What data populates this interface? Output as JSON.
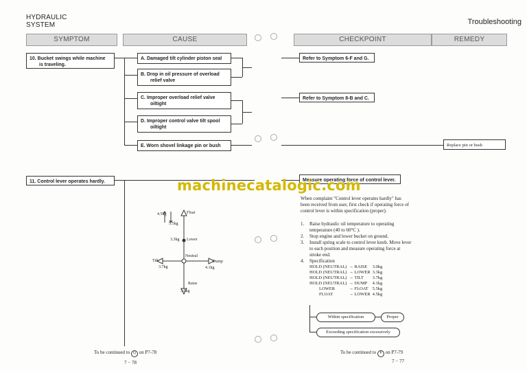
{
  "header": {
    "section_line1": "HYDRAULIC",
    "section_line2": "SYSTEM",
    "chapter": "Troubleshooting"
  },
  "columns": {
    "symptom": "SYMPTOM",
    "cause": "CAUSE",
    "checkpoint": "CHECKPOINT",
    "remedy": "REMEDY"
  },
  "symptom10": {
    "label_line1": "10.  Bucket swings while machine",
    "label_line2": "is traveling."
  },
  "causes10": [
    {
      "line1": "A.   Damaged tilt cylinder piston seal",
      "line2": ""
    },
    {
      "line1": "B.   Drop in oil pressure of overload",
      "line2": "relief valve"
    },
    {
      "line1": "C.   Improper overload relief valve",
      "line2": "oiltight"
    },
    {
      "line1": "D.   Improper control valve tilt spool",
      "line2": "oiltight"
    },
    {
      "line1": "E.   Worn shovel linkage pin or bush",
      "line2": ""
    }
  ],
  "checkpoints10": [
    "Refer to Symptom 6-F and G.",
    "Refer to Symptom 8-B and C."
  ],
  "remedy10": "Replace pin or bush",
  "symptom11": {
    "label": "11.  Control lever operates hardly."
  },
  "checkpoint11": {
    "title": "Measure operating force of control lever.",
    "intro": "When complaint \"Control lever operates hardly\" has been received from user, first check if operating force of control lever is within specification (proper).",
    "steps": [
      {
        "num": "1.",
        "text": "Raise hydraulic oil temperature to operating temperature (40 to 60°C )."
      },
      {
        "num": "2.",
        "text": "Stop engine and lower bucket on ground."
      },
      {
        "num": "3.",
        "text": "Install spring scale to control lever knob. Move lever to each position and measure operating force at stroke end."
      },
      {
        "num": "4.",
        "text": "Specification"
      }
    ],
    "spec_rows": [
      {
        "from": "HOLD (NEUTRAL)",
        "to": "→ RAISE",
        "force": "3.0kg"
      },
      {
        "from": "HOLD (NEUTRAL)",
        "to": "→ LOWER",
        "force": "3.3kg"
      },
      {
        "from": "HOLD (NEUTRAL)",
        "to": "→ TILT",
        "force": "3.7kg"
      },
      {
        "from": "HOLD (NEUTRAL)",
        "to": "→ DUMP",
        "force": "4.1kg"
      },
      {
        "from": "LOWER",
        "to": "→ FLOAT",
        "force": "5.5kg"
      },
      {
        "from": "FLOAT",
        "to": "→ LOWER",
        "force": "4.5kg"
      }
    ],
    "within": "Within specification",
    "proper": "Proper",
    "exceeding": "Exceeding specification excessively"
  },
  "diagram": {
    "float": "Float",
    "lower": "Lower",
    "neutral": "Neutral",
    "raise": "Raise",
    "tilt": "Tilt",
    "dump": "Dump",
    "up_force_1": "4.5kg",
    "up_force_2": "5.5kg",
    "lower_force": "3.3kg",
    "tilt_force": "3.7kg",
    "dump_force": "4.1kg",
    "raise_force": "3.0kg"
  },
  "watermark": "machinecatalogic.com",
  "footer": {
    "left_continue": "To be continued to",
    "left_symbol": "Q",
    "left_page_ref": "on P7-78",
    "left_page": "7 − 78",
    "right_continue": "To be continued to",
    "right_symbol": "P",
    "right_page_ref": "on P7-79",
    "right_page": "7 − 77"
  }
}
